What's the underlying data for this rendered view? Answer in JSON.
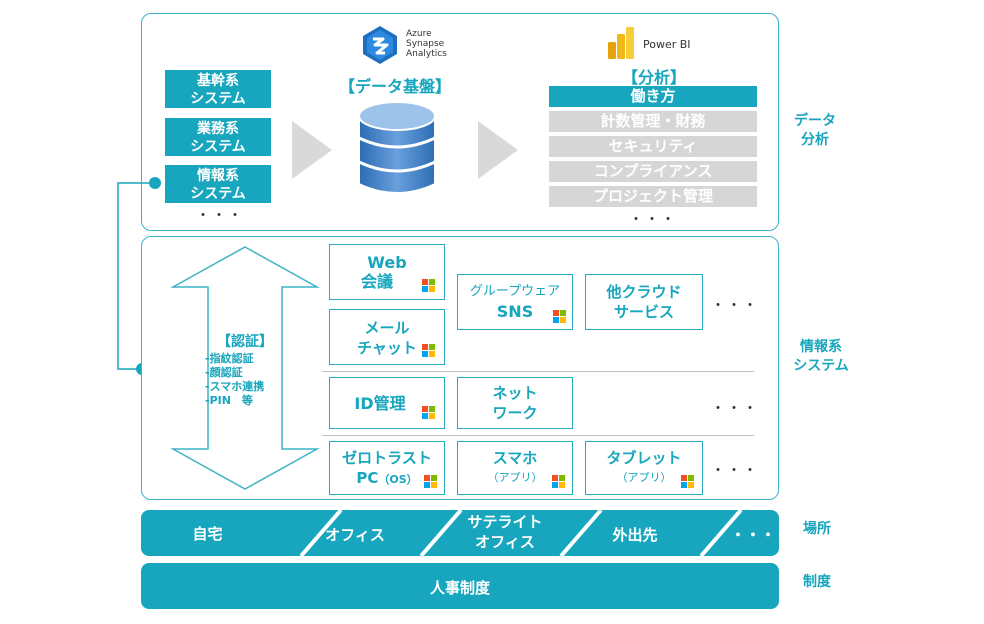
{
  "data_platform": {
    "heading": "【データ基盤】",
    "logo_lines": [
      "Azure",
      "Synapse",
      "Analytics"
    ]
  },
  "source_systems": [
    [
      "基幹系",
      "システム"
    ],
    [
      "業務系",
      "システム"
    ],
    [
      "情報系",
      "システム"
    ]
  ],
  "source_more": "・・・",
  "analysis": {
    "logo": "Power BI",
    "heading": "【分析】",
    "items": [
      "働き方",
      "計数管理・財務",
      "セキュリティ",
      "コンプライアンス",
      "プロジェクト管理"
    ],
    "more": "・・・"
  },
  "labels": {
    "data_analysis": [
      "データ",
      "分析"
    ],
    "info_system": [
      "情報系",
      "システム"
    ],
    "place": "場所",
    "system": "制度"
  },
  "auth": {
    "title": "【認証】",
    "methods": [
      "-指紋認証",
      "-顔認証",
      "-スマホ連携",
      "-PIN　等"
    ]
  },
  "apps": {
    "web_meeting": [
      "Web",
      "会議"
    ],
    "groupware": [
      "グループウェア",
      "SNS"
    ],
    "other_cloud": [
      "他クラウド",
      "サービス"
    ],
    "mail_chat": [
      "メール",
      "チャット"
    ],
    "id_mgmt": "ID管理",
    "network": [
      "ネット",
      "ワーク"
    ],
    "zerotrust": [
      "ゼロトラスト",
      "PC",
      "（OS）"
    ],
    "smartphone": [
      "スマホ",
      "（アプリ）"
    ],
    "tablet": [
      "タブレット",
      "（アプリ）"
    ],
    "more": "・・・"
  },
  "places": [
    "自宅",
    "オフィス",
    [
      "サテライト",
      "オフィス"
    ],
    "外出先",
    "・・・"
  ],
  "hr_system": "人事制度",
  "colors": {
    "teal": "#17a6bd",
    "border": "#3db3c7",
    "gray": "#d6d6d6"
  }
}
